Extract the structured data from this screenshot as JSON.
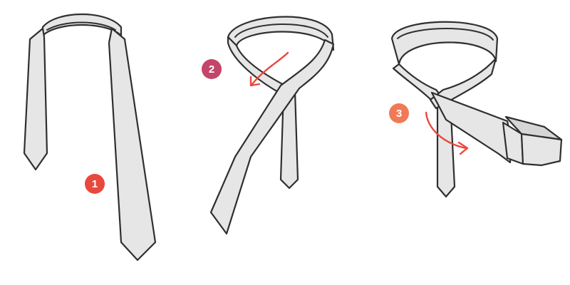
{
  "steps": [
    {
      "number": "1",
      "color": "#e8493d"
    },
    {
      "number": "2",
      "color": "#c2456a"
    },
    {
      "number": "3",
      "color": "#f07a55"
    }
  ],
  "arrow_color": "#e8493d"
}
